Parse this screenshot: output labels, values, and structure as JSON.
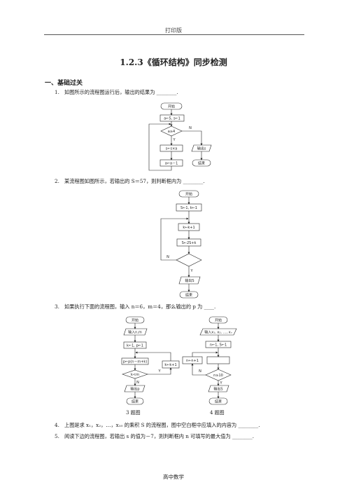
{
  "header": "打印版",
  "title": "1.2.3《循环结构》同步检测",
  "section": "一、基础过关",
  "questions": [
    {
      "num": "1.",
      "text": "如图所示的流程图运行后，输出的结果为 ________."
    },
    {
      "num": "2.",
      "text": "某流程图如图所示，若输出的 S＝57，则判断框内为 ________."
    },
    {
      "num": "3.",
      "text": "如果执行下面的流程图，输入 n＝6，m＝4，那么输出的 p 为 ____."
    },
    {
      "num": "4.",
      "text": "上图是求 x₁，x₂，…，x₁₀ 的乘积 S 的流程图，图中空白框中应填入的内容为 ________."
    },
    {
      "num": "5.",
      "text": "阅读下边的流程图，若输出 s 的值为－7，则判断框内 n 可填写的最大值为 ________."
    }
  ],
  "flowcharts": {
    "f1": {
      "start": "开始",
      "init": "a←5, s←1",
      "cond": "a≥4",
      "yes": "Y",
      "no": "N",
      "step1": "s←s×a",
      "step2": "a←a－1",
      "output": "输出s",
      "end": "结束"
    },
    "f2": {
      "start": "开始",
      "init": "S←1, k←1",
      "step1": "k←k+1",
      "step2": "S←2S+k",
      "no": "N",
      "yes": "Y",
      "output": "输出S",
      "end": "结束"
    },
    "f3": {
      "start": "开始",
      "input": "输入n,m",
      "init": "k←1, p←1",
      "step": "p←p(n－m+k)",
      "cond": "k<m",
      "inc": "k←k+1",
      "yes": "Y",
      "no": "N",
      "output": "输出p",
      "end": "结束"
    },
    "f4": {
      "start": "开始",
      "input": "输入x₁, x₂, …, xₙ",
      "init": "n←1, S←1",
      "inc": "n←n+1",
      "cond": "n≥10",
      "yes": "Y",
      "no": "N",
      "output": "输出S",
      "end": "结束"
    }
  },
  "captions": {
    "c3": "3 题图",
    "c4": "4 题图"
  },
  "footer": "高中数学"
}
